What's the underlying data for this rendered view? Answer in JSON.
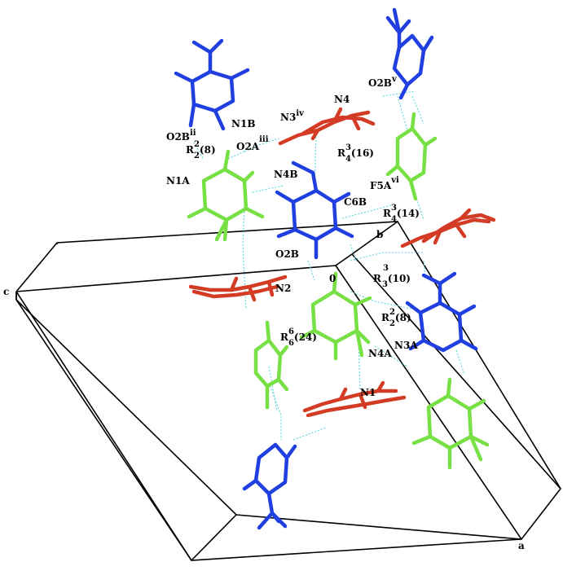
{
  "colors": {
    "blue": "#1f3fe0",
    "green": "#77e044",
    "red": "#d43b24",
    "hbond": "#5fd4dc",
    "cell": "#000000"
  },
  "axes": {
    "a": "a",
    "b": "b",
    "c": "c",
    "origin": "0"
  },
  "atoms": {
    "n1b": "N1B",
    "o2b_ii": "O2B",
    "o2b_ii_sup": "ii",
    "o2a_iii": "O2A",
    "o2a_iii_sup": "iii",
    "n3_iv": "N3",
    "n3_iv_sup": "iv",
    "n4": "N4",
    "o2b_v": "O2B",
    "o2b_v_sup": "v",
    "n1a": "N1A",
    "n4b": "N4B",
    "f5a_vi": "F5A",
    "f5a_vi_sup": "vi",
    "c6b": "C6B",
    "o2b": "O2B",
    "n2": "N2",
    "n4a": "N4A",
    "n3a": "N3A",
    "n1": "N1"
  },
  "rings": {
    "r1": {
      "symbol": "R",
      "sup": "2",
      "sub": "2",
      "size": "(8)"
    },
    "r2": {
      "symbol": "R",
      "sup": "3",
      "sub": "4",
      "size": "(16)"
    },
    "r3": {
      "symbol": "R",
      "sup": "3",
      "sub": "4",
      "size": "(14)"
    },
    "r4": {
      "symbol": "R",
      "sup": "3",
      "sub": "3",
      "size": "(10)"
    },
    "r5": {
      "symbol": "R",
      "sup": "2",
      "sub": "2",
      "size": "(8)"
    },
    "r6": {
      "symbol": "R",
      "sup": "6",
      "sub": "6",
      "size": "(24)"
    }
  }
}
